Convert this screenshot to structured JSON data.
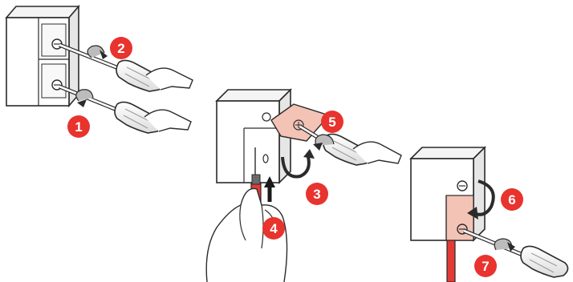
{
  "colors": {
    "badge": "#e8332e",
    "wire": "#e23a34",
    "terminal_plate": "#f3c3b6",
    "outline": "#2b2b2b",
    "block_shade": "#ececec",
    "arrow_fill": "#bcbcbc"
  },
  "steps": {
    "s1": "1",
    "s2": "2",
    "s3": "3",
    "s4": "4",
    "s5": "5",
    "s6": "6",
    "s7": "7"
  },
  "icons": {
    "screwdriver": "screwdriver-icon",
    "rotate_arrow": "rotate-arrow-icon",
    "hand": "hand-icon",
    "screw": "screw-icon"
  }
}
